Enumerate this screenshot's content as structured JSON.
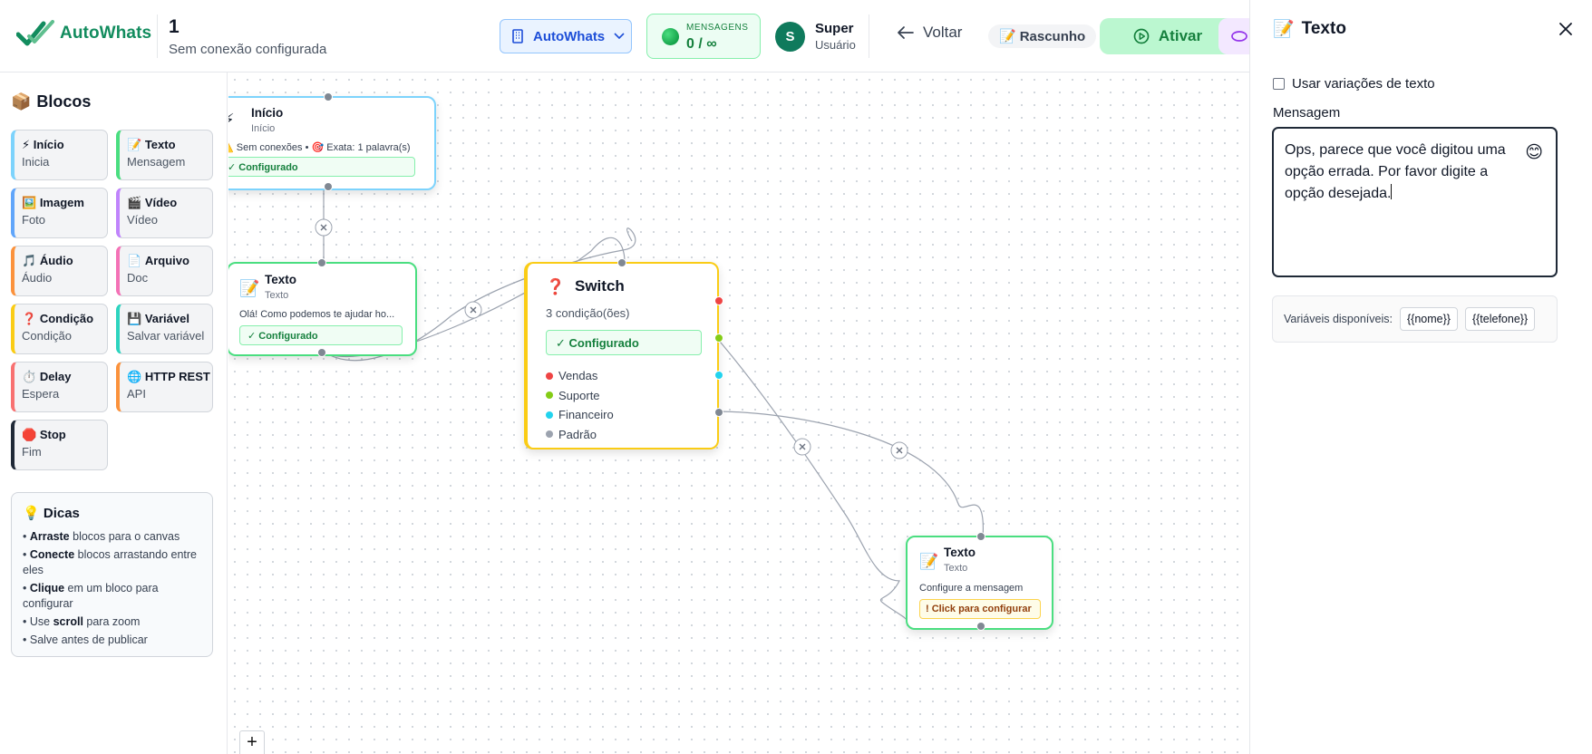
{
  "header": {
    "brand": "AutoWhats",
    "flow_name": "1",
    "flow_status": "Sem conexão configurada",
    "connection_select": "AutoWhats",
    "messages_label": "MENSAGENS",
    "messages_value": "0 / ∞",
    "user_initial": "S",
    "user_name": "Super",
    "user_role": "Usuário",
    "back_label": "Voltar",
    "draft_label": "Rascunho",
    "activate_label": "Ativar"
  },
  "sidebar": {
    "title": "Blocos",
    "blocks": [
      {
        "icon": "⚡",
        "title": "Início",
        "subtitle": "Inicia",
        "color": "#7dd3fc"
      },
      {
        "icon": "📝",
        "title": "Texto",
        "subtitle": "Mensagem",
        "color": "#4ade80"
      },
      {
        "icon": "🖼️",
        "title": "Imagem",
        "subtitle": "Foto",
        "color": "#60a5fa"
      },
      {
        "icon": "🎬",
        "title": "Vídeo",
        "subtitle": "Vídeo",
        "color": "#c084fc"
      },
      {
        "icon": "🎵",
        "title": "Áudio",
        "subtitle": "Áudio",
        "color": "#fb923c"
      },
      {
        "icon": "📄",
        "title": "Arquivo",
        "subtitle": "Doc",
        "color": "#f472b6"
      },
      {
        "icon": "❓",
        "title": "Condição",
        "subtitle": "Condição",
        "color": "#facc15"
      },
      {
        "icon": "💾",
        "title": "Variável",
        "subtitle": "Salvar variável",
        "color": "#2dd4bf"
      },
      {
        "icon": "⏱️",
        "title": "Delay",
        "subtitle": "Espera",
        "color": "#f87171"
      },
      {
        "icon": "🌐",
        "title": "HTTP REST",
        "subtitle": "API",
        "color": "#fb923c"
      },
      {
        "icon": "🛑",
        "title": "Stop",
        "subtitle": "Fim",
        "color": "#1f2937"
      }
    ],
    "tips": {
      "title": "Dicas",
      "items": [
        {
          "bold": "Arraste",
          "rest": " blocos para o canvas"
        },
        {
          "bold": "Conecte",
          "rest": " blocos arrastando entre eles"
        },
        {
          "bold": "Clique",
          "rest": " em um bloco para configurar"
        },
        {
          "pre": "Use ",
          "bold": "scroll",
          "rest": " para zoom"
        },
        {
          "pre": "Salve antes de publicar",
          "bold": "",
          "rest": ""
        }
      ]
    }
  },
  "canvas": {
    "start_node": {
      "title": "Início",
      "subtitle": "Início",
      "warning": "⚠️ Sem conexões • 🎯 Exata: 1 palavra(s)",
      "badge": "✓ Configurado"
    },
    "text_node_1": {
      "title": "Texto",
      "subtitle": "Texto",
      "preview": "Olá! Como podemos te ajudar ho...",
      "badge": "✓ Configurado"
    },
    "switch_node": {
      "title": "Switch",
      "conditions": "3 condição(ões)",
      "badge": "✓ Configurado",
      "outputs": [
        {
          "label": "Vendas",
          "color": "#ef4444"
        },
        {
          "label": "Suporte",
          "color": "#84cc16"
        },
        {
          "label": "Financeiro",
          "color": "#22d3ee"
        },
        {
          "label": "Padrão",
          "color": "#9ca3af"
        }
      ]
    },
    "text_node_2": {
      "title": "Texto",
      "subtitle": "Texto",
      "preview": "Configure a mensagem",
      "badge": "! Click para configurar"
    },
    "zoom_in_label": "+"
  },
  "panel": {
    "title": "Texto",
    "variation_label": "Usar variações de texto",
    "message_label": "Mensagem",
    "message_value": "Ops, parece que você digitou uma opção errada. Por favor digite a opção desejada.",
    "vars_label": "Variáveis disponíveis:",
    "vars": [
      "{{nome}}",
      "{{telefone}}"
    ]
  },
  "colors": {
    "brand_green": "#128c5e",
    "accent_blue": "#1d4ed8",
    "success": "#15803d"
  }
}
